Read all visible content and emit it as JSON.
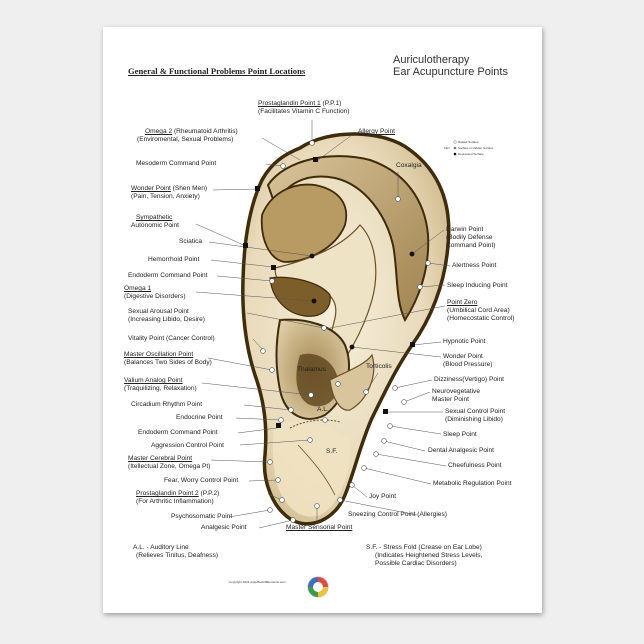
{
  "header": "General & Functional Problems Point Locations",
  "title_line1": "Auriculotherapy",
  "title_line2": "Ear Acupuncture Points",
  "key": {
    "label": "KEY",
    "items": [
      "Raised Surface",
      "Surface or Hidden Surface",
      "Depressed Surface"
    ]
  },
  "labels": {
    "prostaglandin1_name": "Prostaglandin Point 1",
    "prostaglandin1_code": " (P.P.1)",
    "prostaglandin1_desc": "(Facilitates Vitamin C Function)",
    "omega2_name": "Omega 2",
    "omega2_rest": " (Rheumatoid Arthritis)",
    "omega2_desc": "(Enviromental, Sexual Problems)",
    "allergy": "Allergy Point",
    "mesoderm": "Mesoderm Command Point",
    "coxalgia": "Coxalgia",
    "wonder_name": "Wonder Point",
    "wonder_rest": " (Shen Men)",
    "wonder_desc": "(Pain, Tension, Anxiety)",
    "sympathetic_name": "Sympathetic",
    "sympathetic_desc": "Autonomic Point",
    "sciatica": "Sciatica",
    "hemorrhoid": "Hemorrhoid Point",
    "endoderm1": "Endoderm Command Point",
    "omega1_name": "Omega 1",
    "omega1_desc": "(Digestive Disorders)",
    "sexual_arousal": "Sexual Arousal Point",
    "sexual_arousal_desc": "(Increasing Libido, Desire)",
    "vitality": "Vitality Point (Cancer Control)",
    "master_osc_name": "Master Oscillation Point",
    "master_osc_desc": "(Balances Two Sides of Body)",
    "valium_name": "Valium Analog Point",
    "valium_desc": "(Traquilizing, Relaxation)",
    "circadium": "Circadium Rhythm Point",
    "endocrine": "Endocrine Point",
    "endoderm2": "Endoderm Command Point",
    "aggression": "Aggression Control Point",
    "master_cer_name": "Master Cerebral Point",
    "master_cer_desc": "(Itellectual Zone, Omega Pt)",
    "fear": "Fear, Worry Control Point",
    "prostaglandin2_name": "Prostaglandin Point 2",
    "prostaglandin2_code": " (P.P.2)",
    "prostaglandin2_desc": "(For Arthritic Inflammation)",
    "psychosomatic": "Psychosomatic Point",
    "analgesic": "Analgesic Point",
    "master_sensorial": "Master Sensorial Point",
    "darwin": "Darwin Point",
    "darwin_desc1": "(Bodily Defense",
    "darwin_desc2": "Command Point)",
    "alertness": "Alertness Point",
    "sleep_inducing": "Sleep Inducing Point",
    "point_zero_name": "Point Zero",
    "point_zero_desc1": "(Umbilical Cord Area)",
    "point_zero_desc2": "(Homecostatic Control)",
    "hypnotic": "Hypnotic Point",
    "wonder2": "Wonder Point",
    "wonder2_desc": "(Blood Pressure)",
    "dizziness": "Dizziness(Vertigo) Point",
    "neuroveg1": "Neurovegetative",
    "neuroveg2": "Master Point",
    "sexual_control": "Sexual Control Point",
    "sexual_control_desc": "(Diminishing Libido)",
    "sleep": "Sleep Point",
    "dental": "Dental Analgesic Point",
    "cheefulness": "Cheefulness Point",
    "metabolic": "Metabolic Regulation Point",
    "joy": "Joy Point",
    "sneezing": "Sneezing Control Point (Allergies)",
    "thalamus": "Thalamus",
    "torticolis": "Torticolis",
    "al": "A.L.",
    "sf": "S.F."
  },
  "footer": {
    "al_line1": "A.L. - Auditory Line",
    "al_line2": "(Relieves Tinitus, Deafness)",
    "sf_line1": "S.F. - Stress Fold (Crease on Ear Lobe)",
    "sf_line2": "(Indicates Heightened Stress Levels,",
    "sf_line3": "Possible Cardiac Disorders)",
    "copyright": "Copyright 2023 www.BestOfElements.com"
  },
  "colors": {
    "ear_dark": "#3e2c0a",
    "ear_light": "#f4ecd8",
    "ear_mid": "#c9b385",
    "ear_shadow": "#8c6f3c",
    "point_outline": "#555555",
    "point_fill": "#ffffff",
    "point_dark": "#111111"
  }
}
